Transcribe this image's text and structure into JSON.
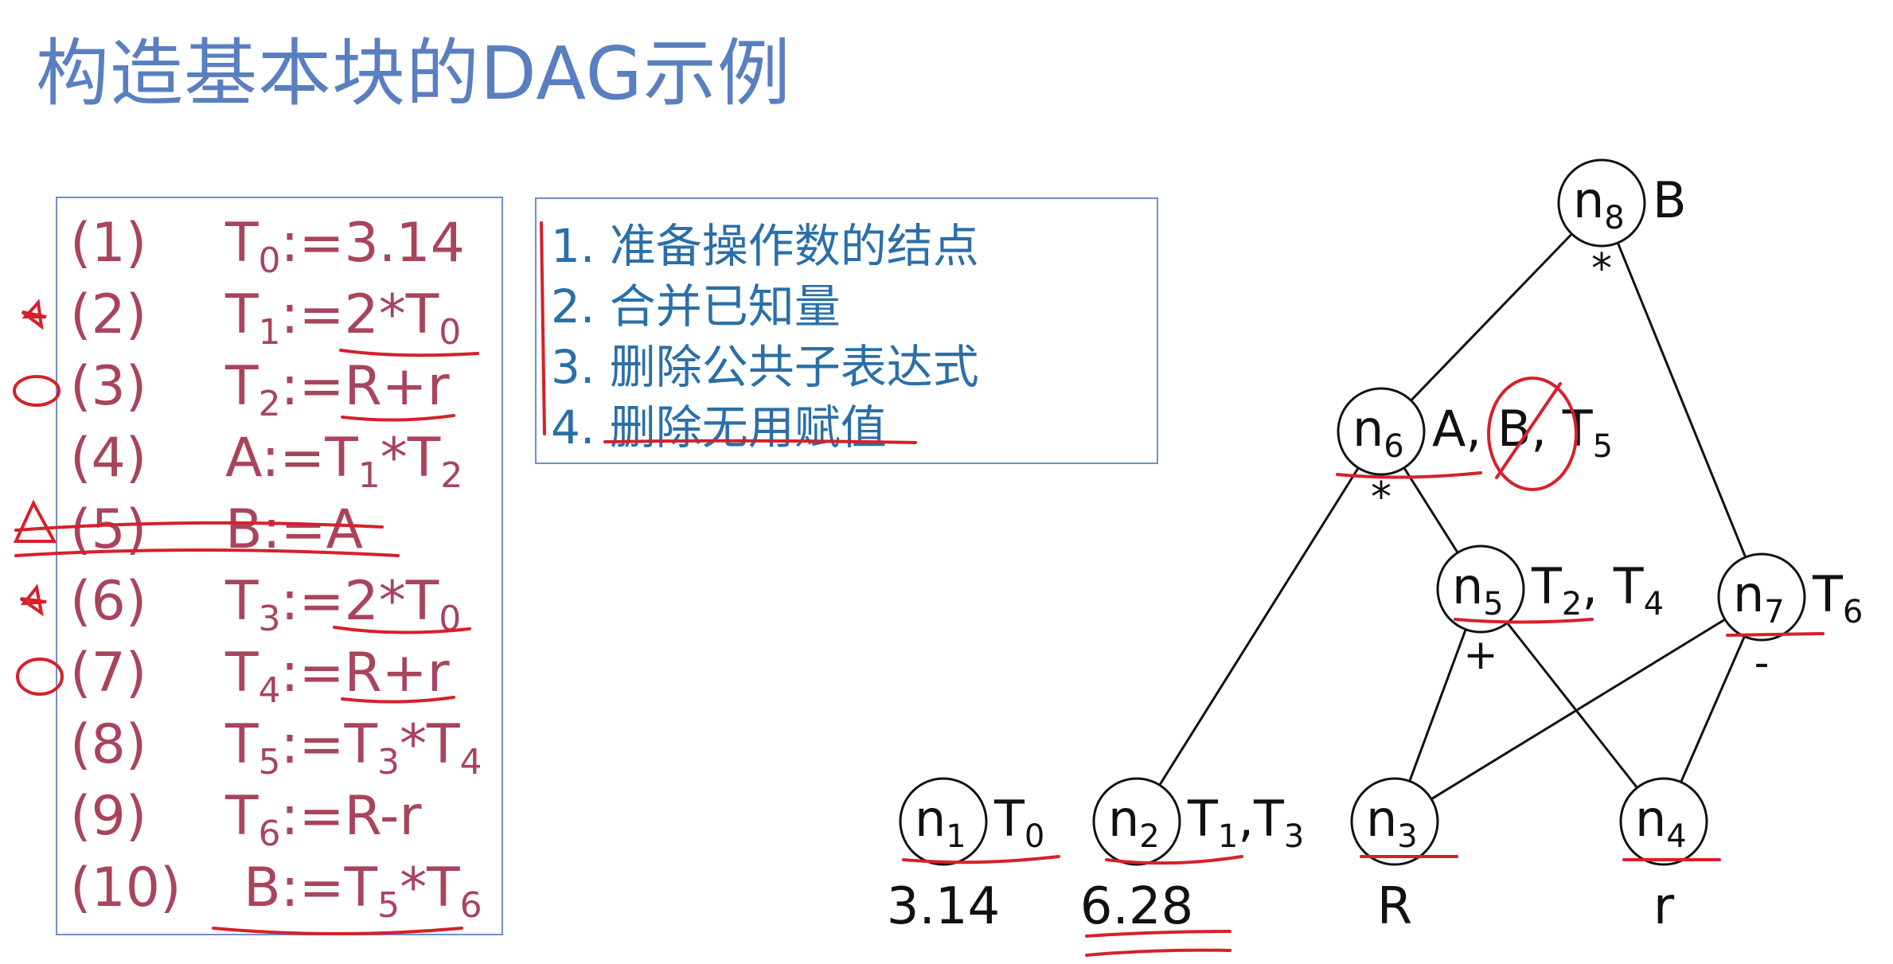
{
  "title": "构造基本块的DAG示例",
  "code": [
    {
      "num": "(1)",
      "lhs": "T",
      "lhs_sub": "0",
      "rhs": [
        {
          "t": "3.14"
        }
      ]
    },
    {
      "num": "(2)",
      "lhs": "T",
      "lhs_sub": "1",
      "rhs": [
        {
          "t": "2*T"
        },
        {
          "s": "0"
        }
      ]
    },
    {
      "num": "(3)",
      "lhs": "T",
      "lhs_sub": "2",
      "rhs": [
        {
          "t": "R+r"
        }
      ]
    },
    {
      "num": "(4)",
      "lhs": "A",
      "lhs_sub": "",
      "rhs": [
        {
          "t": "T"
        },
        {
          "s": "1"
        },
        {
          "t": "*T"
        },
        {
          "s": "2"
        }
      ]
    },
    {
      "num": "(5)",
      "lhs": "B",
      "lhs_sub": "",
      "rhs": [
        {
          "t": "A"
        }
      ]
    },
    {
      "num": "(6)",
      "lhs": "T",
      "lhs_sub": "3",
      "rhs": [
        {
          "t": "2*T"
        },
        {
          "s": "0"
        }
      ]
    },
    {
      "num": "(7)",
      "lhs": "T",
      "lhs_sub": "4",
      "rhs": [
        {
          "t": "R+r"
        }
      ]
    },
    {
      "num": "(8)",
      "lhs": "T",
      "lhs_sub": "5",
      "rhs": [
        {
          "t": "T"
        },
        {
          "s": "3"
        },
        {
          "t": "*T"
        },
        {
          "s": "4"
        }
      ]
    },
    {
      "num": "(9)",
      "lhs": "T",
      "lhs_sub": "6",
      "rhs": [
        {
          "t": "R-r"
        }
      ]
    },
    {
      "num": "(10)",
      "lhs": "B",
      "lhs_sub": "",
      "rhs": [
        {
          "t": "T"
        },
        {
          "s": "5"
        },
        {
          "t": "*T"
        },
        {
          "s": "6"
        }
      ]
    }
  ],
  "assign_op": ":=",
  "steps": [
    "1. 准备操作数的结点",
    "2. 合并已知量",
    "3. 删除公共子表达式",
    "4. 删除无用赋值"
  ],
  "dag": {
    "nodes": [
      {
        "id": "n1",
        "name": "n",
        "sub": "1",
        "labels": [
          {
            "t": "T"
          },
          {
            "s": "0"
          }
        ],
        "value": "3.14"
      },
      {
        "id": "n2",
        "name": "n",
        "sub": "2",
        "labels": [
          {
            "t": "T"
          },
          {
            "s": "1"
          },
          {
            "t": ",T"
          },
          {
            "s": "3"
          }
        ],
        "value": "6.28"
      },
      {
        "id": "n3",
        "name": "n",
        "sub": "3",
        "labels": [],
        "value": "R"
      },
      {
        "id": "n4",
        "name": "n",
        "sub": "4",
        "labels": [],
        "value": "r"
      },
      {
        "id": "n5",
        "name": "n",
        "sub": "5",
        "labels": [
          {
            "t": "T"
          },
          {
            "s": "2"
          },
          {
            "t": ", T"
          },
          {
            "s": "4"
          }
        ],
        "op": "+"
      },
      {
        "id": "n6",
        "name": "n",
        "sub": "6",
        "labels": [
          {
            "t": "A, B, T"
          },
          {
            "s": "5"
          }
        ],
        "op": "*"
      },
      {
        "id": "n7",
        "name": "n",
        "sub": "7",
        "labels": [
          {
            "t": " T"
          },
          {
            "s": "6"
          }
        ],
        "op": "-"
      },
      {
        "id": "n8",
        "name": "n",
        "sub": "8",
        "labels": [
          {
            "t": "B"
          }
        ],
        "op": "*"
      }
    ],
    "edges": [
      [
        "n8",
        "n6"
      ],
      [
        "n8",
        "n7"
      ],
      [
        "n6",
        "n2"
      ],
      [
        "n6",
        "n5"
      ],
      [
        "n5",
        "n3"
      ],
      [
        "n5",
        "n4"
      ],
      [
        "n7",
        "n3"
      ],
      [
        "n7",
        "n4"
      ]
    ]
  },
  "colors": {
    "title": "#5a7fc0",
    "code_text": "#a8445c",
    "steps_text": "#2a6fa8",
    "box_border": "#6f8fc9",
    "ink": "#d6202b"
  }
}
